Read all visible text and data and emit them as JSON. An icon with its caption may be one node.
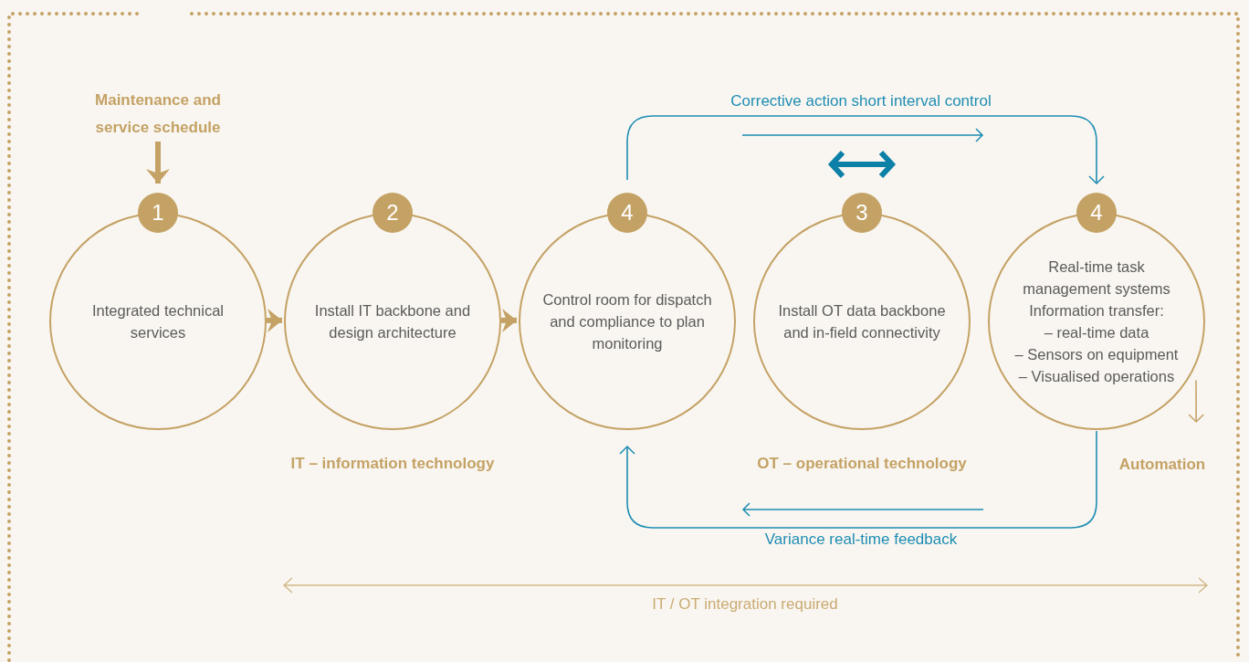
{
  "diagram": {
    "nodes": [
      {
        "text": [
          "Maintenance and service schedule"
        ]
      },
      {
        "text": [
          "1",
          "Integrated technical services"
        ]
      },
      {
        "text": [
          "2",
          "Install IT backbone and design architecture"
        ]
      },
      {
        "text": [
          "4",
          "Control room for dispatch and compliance to plan monitoring"
        ]
      },
      {
        "text": [
          "3",
          "Install OT data backbone and in-field connectivity"
        ]
      },
      {
        "text": [
          "4",
          "Real-time task management systems",
          "Information transfer:",
          "– real-time data",
          "– Sensors on equipment",
          "– Visualised operations"
        ]
      },
      {
        "text": [
          "Automation"
        ]
      }
    ],
    "edges": [
      {
        "from": 0,
        "to": 1,
        "arrow": "to",
        "style": "thick"
      },
      {
        "from": 1,
        "to": 2,
        "arrow": "to",
        "style": "thick"
      },
      {
        "from": 2,
        "to": 3,
        "arrow": "to",
        "style": "thick"
      },
      {
        "from": 3,
        "to": 5,
        "arrow": "to",
        "label": "Corrective action short interval control",
        "color": "#1e8db3"
      },
      {
        "from": 5,
        "to": 3,
        "arrow": "to",
        "label": "Variance real-time feedback",
        "color": "#1e8db3"
      },
      {
        "from": 5,
        "to": 6,
        "arrow": "to"
      }
    ],
    "labels": [
      "IT – information technology",
      "OT – operational technology",
      "IT / OT integration required"
    ]
  }
}
